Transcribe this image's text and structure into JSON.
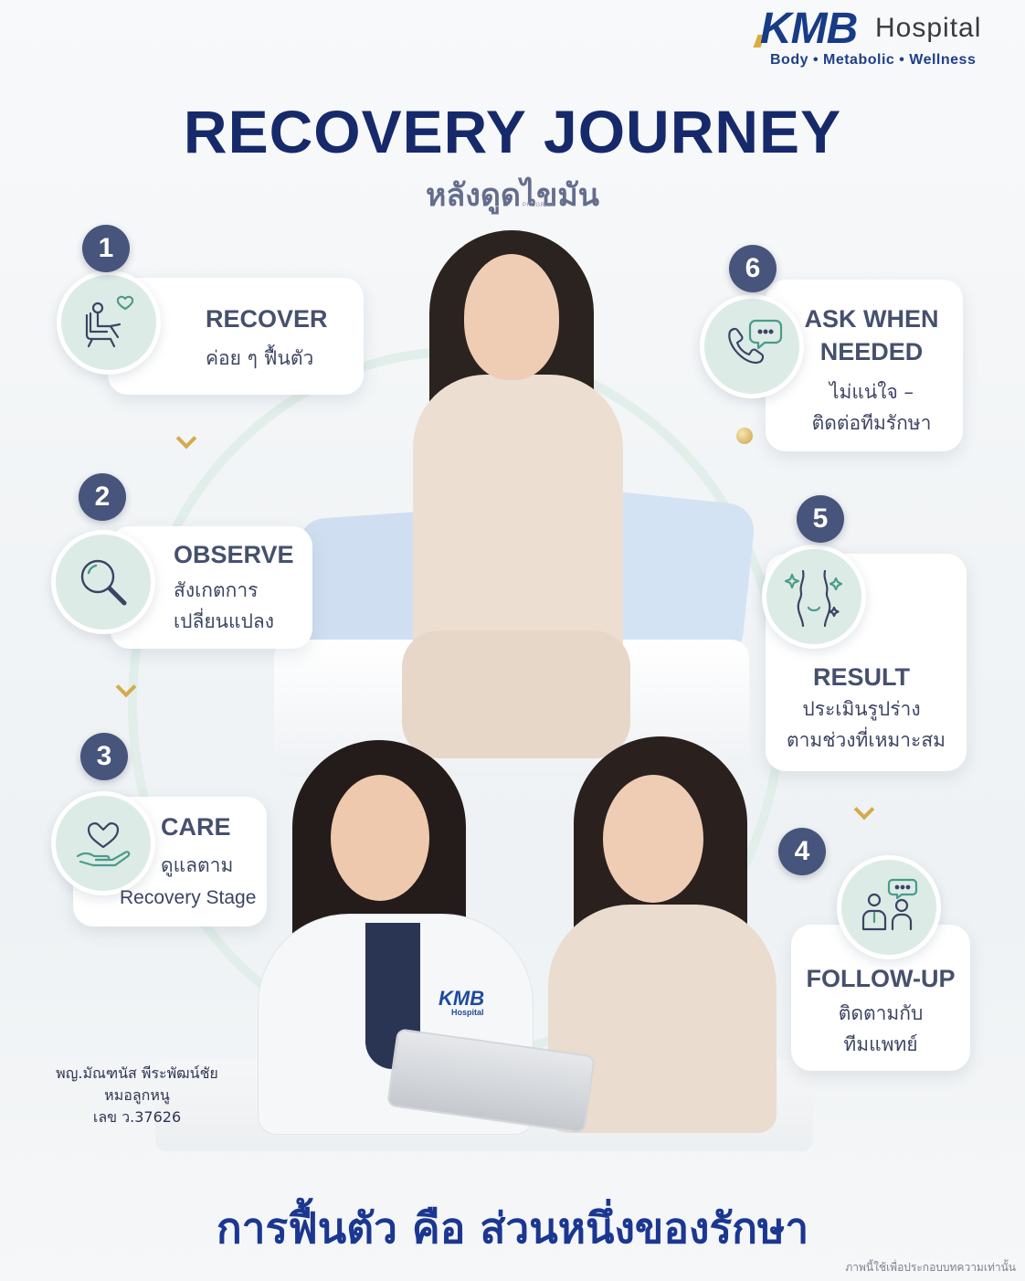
{
  "brand": {
    "name": "KMB",
    "hospital": "Hospital",
    "tagline": "Body • Metabolic • Wellness"
  },
  "header": {
    "title": "RECOVERY JOURNEY",
    "subtitle": "หลังดูดไขมัน",
    "program_tag": "PROGRAM"
  },
  "steps": [
    {
      "number": "1",
      "title": "RECOVER",
      "lines": [
        "ค่อย ๆ ฟื้นตัว"
      ],
      "icon": "recliner-heart-icon"
    },
    {
      "number": "2",
      "title": "OBSERVE",
      "lines": [
        "สังเกตการ",
        "เปลี่ยนแปลง"
      ],
      "icon": "magnifier-icon"
    },
    {
      "number": "3",
      "title": "CARE",
      "lines": [
        "ดูแลตาม",
        "Recovery Stage"
      ],
      "icon": "heart-hand-icon"
    },
    {
      "number": "4",
      "title": "FOLLOW-UP",
      "lines": [
        "ติดตามกับ",
        "ทีมแพทย์"
      ],
      "icon": "doctor-patient-chat-icon"
    },
    {
      "number": "5",
      "title": "RESULT",
      "lines": [
        "ประเมินรูปร่าง",
        "ตามช่วงที่เหมาะสม"
      ],
      "icon": "body-sparkle-icon"
    },
    {
      "number": "6",
      "title": "ASK WHEN",
      "title2": "NEEDED",
      "lines": [
        "ไม่แน่ใจ –",
        "ติดต่อทีมรักษา"
      ],
      "icon": "phone-chat-icon"
    }
  ],
  "doctor": {
    "name": "พญ.มัณฑนัส พีระพัฒน์ชัย",
    "nickname": "หมอลูกหนู",
    "license": "เลข ว.37626"
  },
  "coat_logo": {
    "name": "KMB",
    "sub": "Hospital"
  },
  "slogan": "การฟื้นตัว  คือ ส่วนหนึ่งของรักษา",
  "disclaimer": "ภาพนี้ใช้เพื่อประกอบบทความเท่านั้น",
  "colors": {
    "navy": "#16296a",
    "brand_blue": "#183b86",
    "mint": "#dcebe6",
    "gold": "#d4ab4b",
    "badge": "#47547c"
  }
}
